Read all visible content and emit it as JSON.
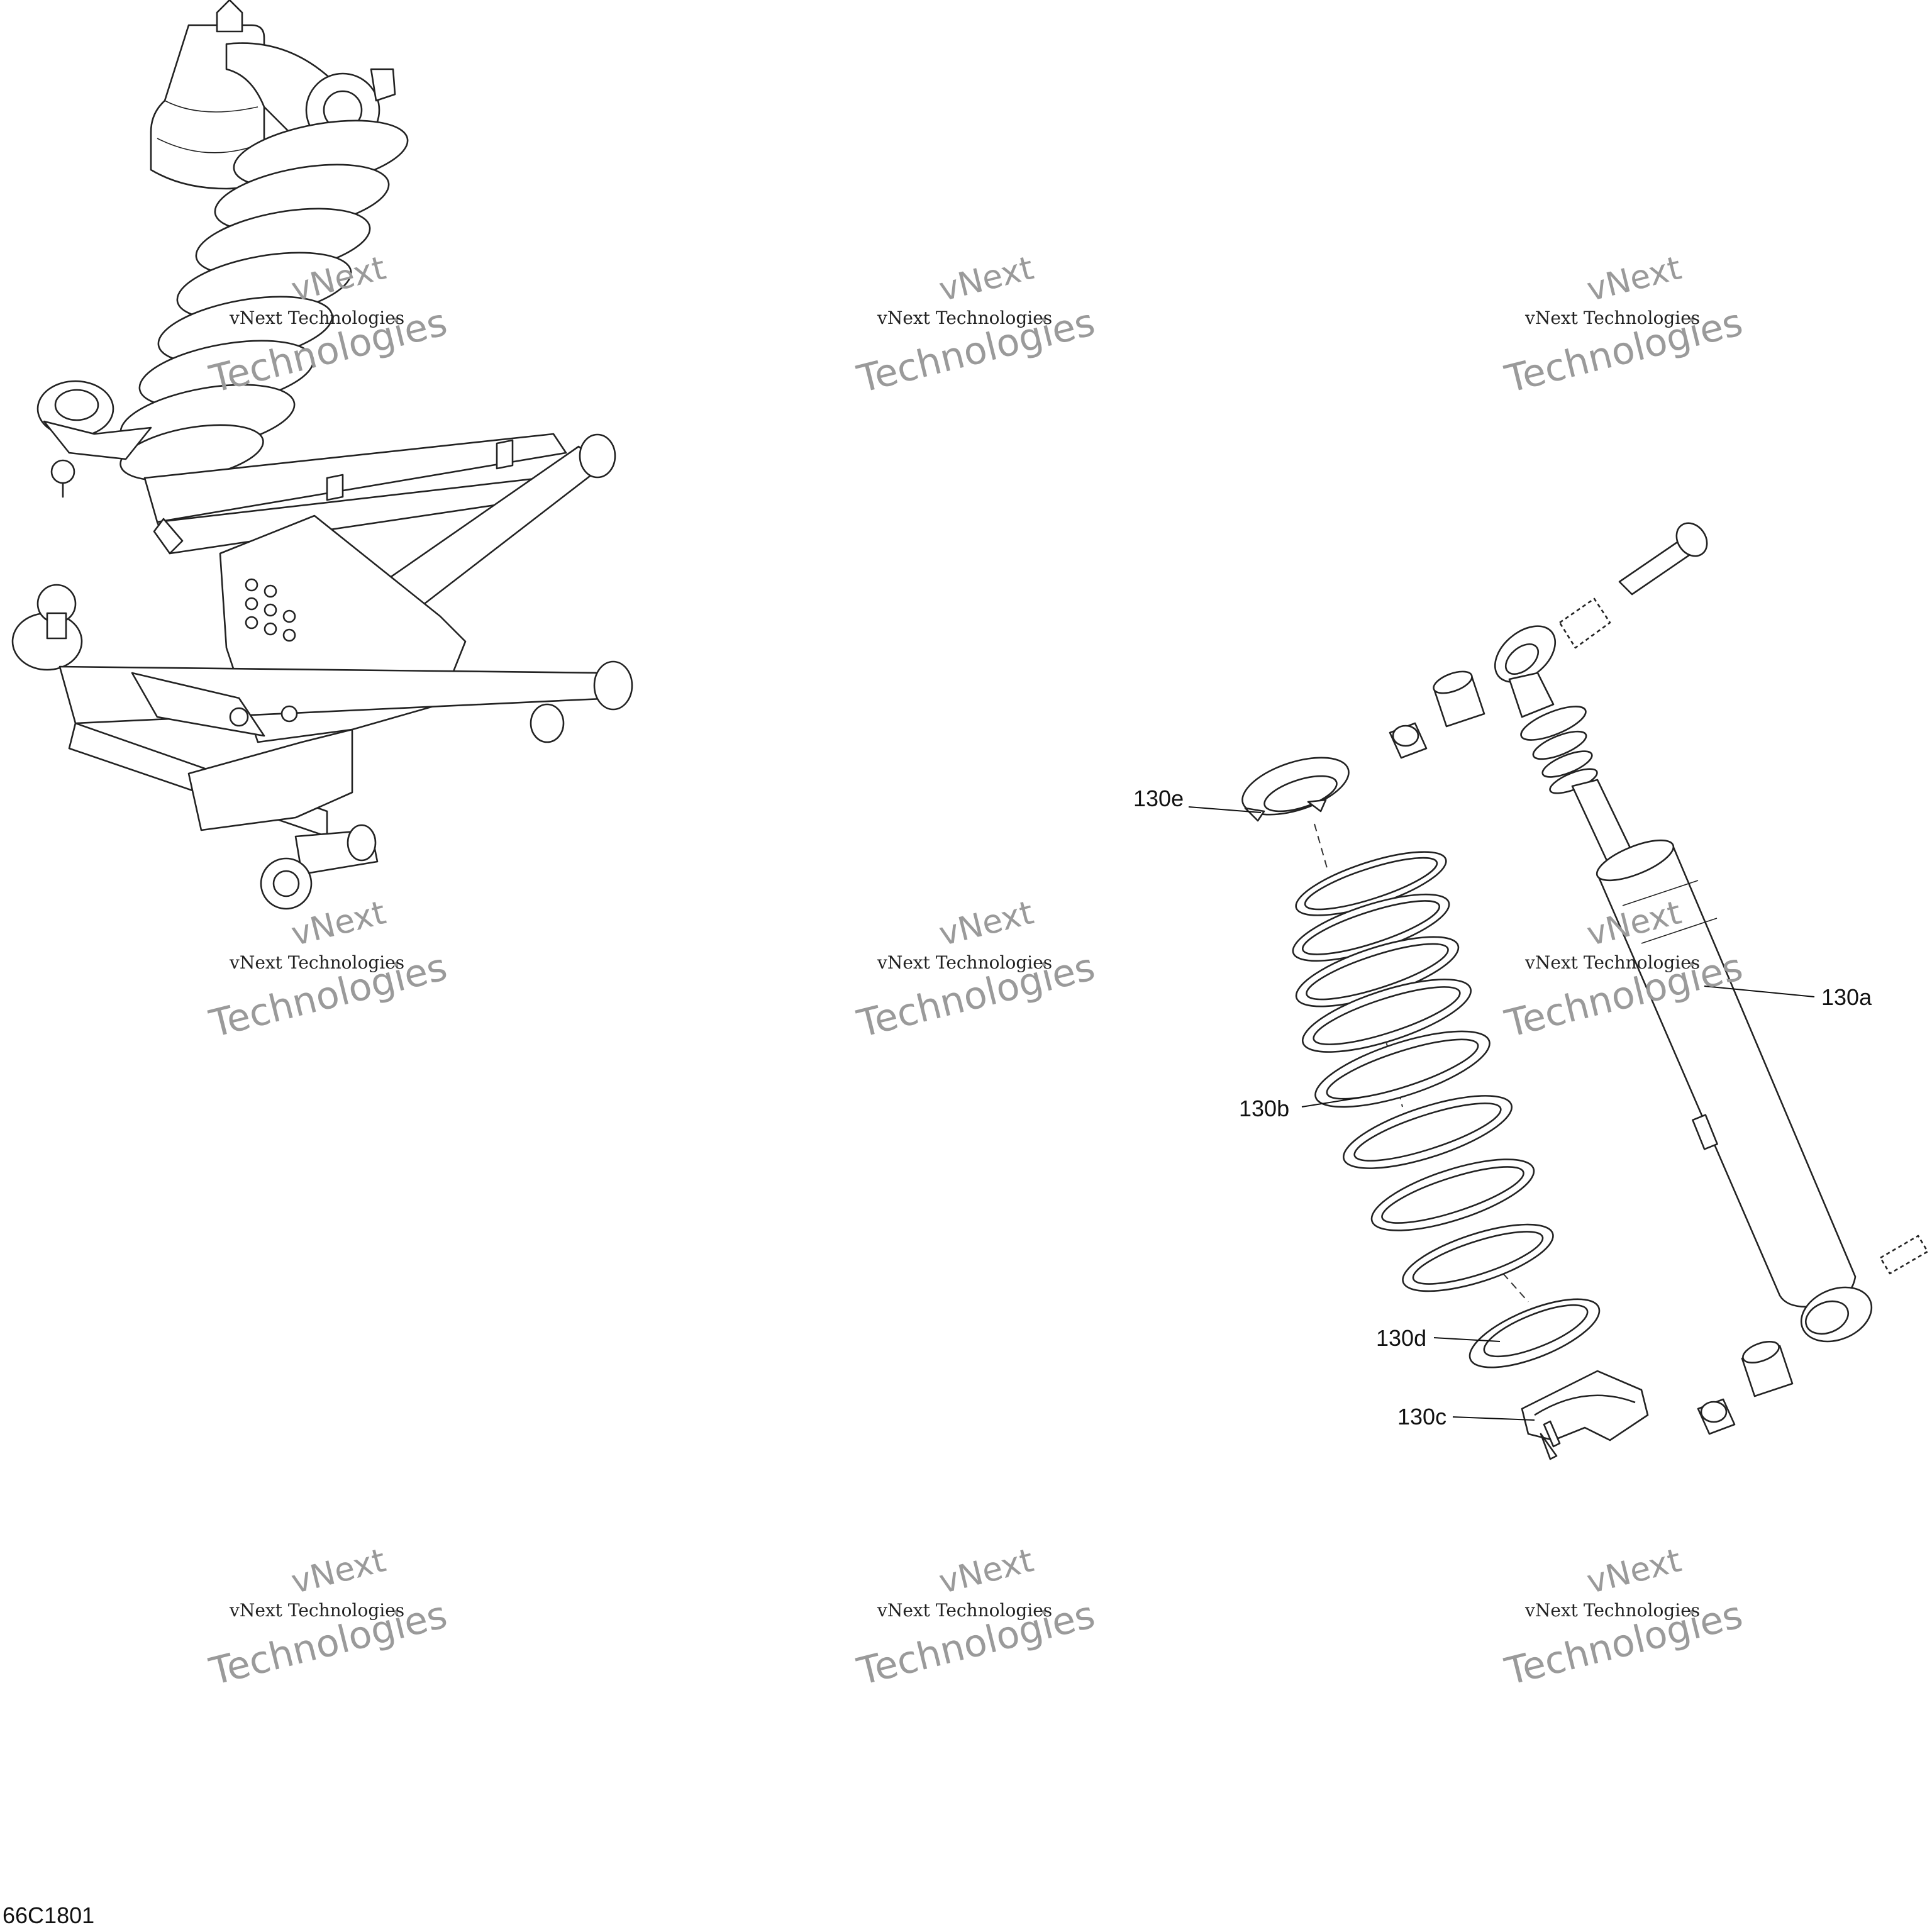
{
  "diagram": {
    "callouts": {
      "c130a": "130a",
      "c130b": "130b",
      "c130c": "130c",
      "c130d": "130d",
      "c130e": "130e"
    },
    "figure_id": "66C1801",
    "watermark": {
      "line1": "vNext Technologies",
      "line2": "vNext",
      "line3": "Technologies"
    }
  }
}
